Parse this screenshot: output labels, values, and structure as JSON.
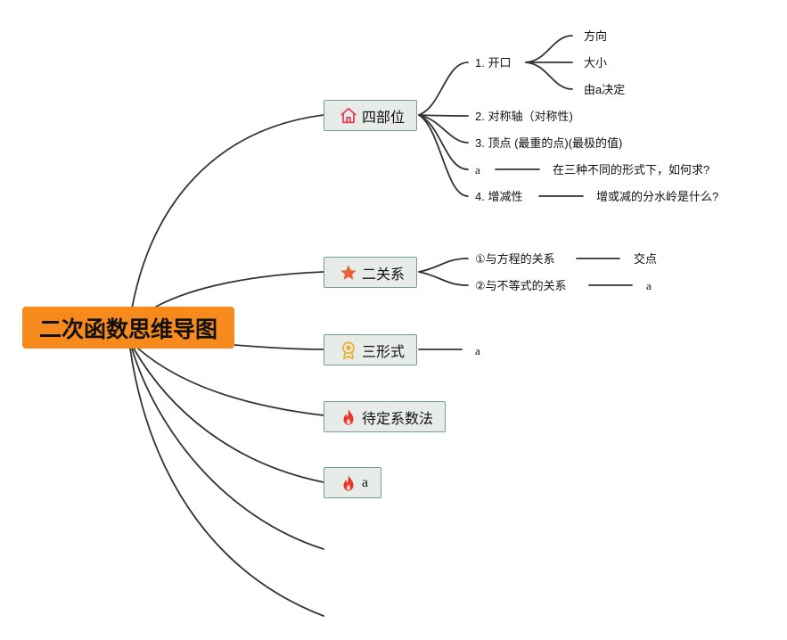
{
  "root": {
    "title": "二次函数思维导图"
  },
  "branches": [
    {
      "label": "四部位",
      "icon": "house-icon",
      "icon_color": "#e0445a"
    },
    {
      "label": "二关系",
      "icon": "star-icon",
      "icon_color": "#e8623a"
    },
    {
      "label": "三形式",
      "icon": "award-ribbon-icon",
      "icon_color": "#e8b339"
    },
    {
      "label": "待定系数法",
      "icon": "flame-icon",
      "icon_color": "#e8342a"
    },
    {
      "label": "a",
      "icon": "flame-icon",
      "icon_color": "#e8342a"
    }
  ],
  "sibu": {
    "kaikou": "1. 开口",
    "kaikou_children": [
      "方向",
      "大小",
      "由a决定"
    ],
    "duichengzhou": "2. 对称轴（对称性)",
    "dingdian": "3. 顶点 (最重的点)(最极的值)",
    "a_item": "a",
    "a_detail": "在三种不同的形式下，如何求?",
    "zengjian": "4. 增减性",
    "zengjian_detail": "增或减的分水岭是什么?"
  },
  "guanxi": {
    "fangcheng": "①与方程的关系",
    "fangcheng_detail": "交点",
    "budengshi": "②与不等式的关系",
    "budengshi_detail": "a"
  },
  "xingshi": {
    "child": "a"
  },
  "colors": {
    "root_bg": "#f78a1d",
    "branch_bg": "#e8ece9",
    "branch_border": "#6fa091",
    "line": "#333333"
  }
}
